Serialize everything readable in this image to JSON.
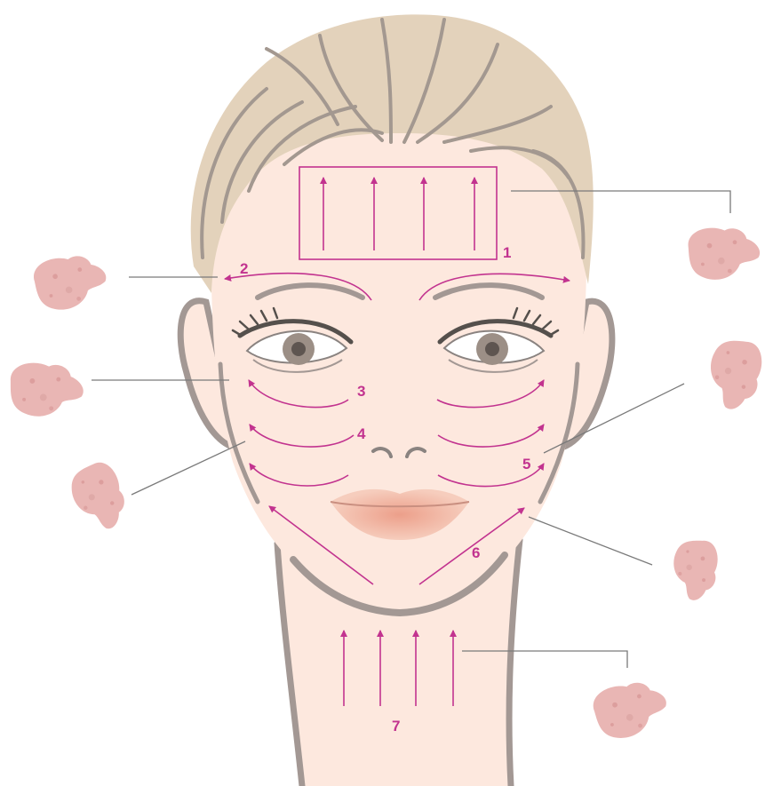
{
  "diagram": {
    "steps": [
      {
        "number": "1",
        "area": "forehead",
        "direction": "upward"
      },
      {
        "number": "2",
        "area": "brow",
        "direction": "outward"
      },
      {
        "number": "3",
        "area": "under-eye",
        "direction": "outward"
      },
      {
        "number": "4",
        "area": "cheek",
        "direction": "outward"
      },
      {
        "number": "5",
        "area": "lower-cheek",
        "direction": "outward-up"
      },
      {
        "number": "6",
        "area": "jawline",
        "direction": "diagonal-up"
      },
      {
        "number": "7",
        "area": "neck",
        "direction": "upward"
      }
    ],
    "tool_icon": "gua-sha-stone-icon",
    "colors": {
      "arrow": "#c2338f",
      "skin": "#fde8de",
      "hair": "#e3d2bb",
      "hair_lines": "#a39890",
      "outline": "#a39894",
      "lips": "#f0b9a3",
      "stone": "#e9b6b4",
      "stone_spots": "#d48e8d",
      "leader_line": "#7a7a7a"
    }
  }
}
